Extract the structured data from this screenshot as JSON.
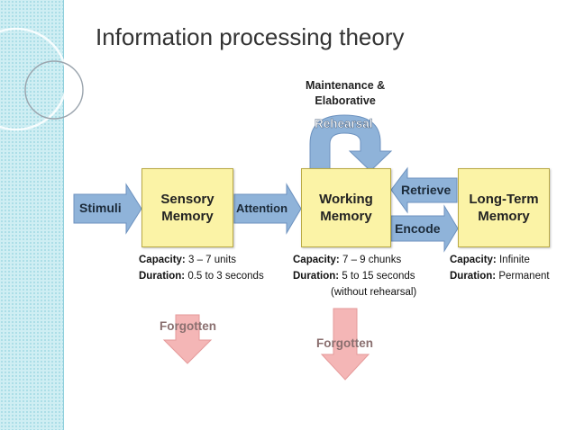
{
  "title": "Information processing theory",
  "nodes": {
    "stimuli": "Stimuli",
    "sensory": [
      "Sensory",
      "Memory"
    ],
    "working": [
      "Working",
      "Memory"
    ],
    "longterm": [
      "Long-Term",
      "Memory"
    ]
  },
  "arrows": {
    "attention": "Attention",
    "retrieve": "Retrieve",
    "encode": "Encode",
    "rehearsal": "Rehearsal",
    "maintenance": [
      "Maintenance &",
      "Elaborative"
    ]
  },
  "notes": {
    "sensory": {
      "capacity_label": "Capacity:",
      "capacity_value": "3 – 7 units",
      "duration_label": "Duration:",
      "duration_value": "0.5 to 3 seconds"
    },
    "working": {
      "capacity_label": "Capacity:",
      "capacity_value": "7 – 9 chunks",
      "duration_label": "Duration:",
      "duration_value": "5 to 15 seconds",
      "extra": "(without rehearsal)"
    },
    "longterm": {
      "capacity_label": "Capacity:",
      "capacity_value": "Infinite",
      "duration_label": "Duration:",
      "duration_value": "Permanent"
    }
  },
  "forgotten": [
    "Forgotten",
    "Forgotten"
  ],
  "colors": {
    "box_fill": "#fbf3a6",
    "arrow_blue": "#8fb3d9",
    "arrow_pink": "#f4b6b6",
    "strip": "#cfeef3"
  }
}
